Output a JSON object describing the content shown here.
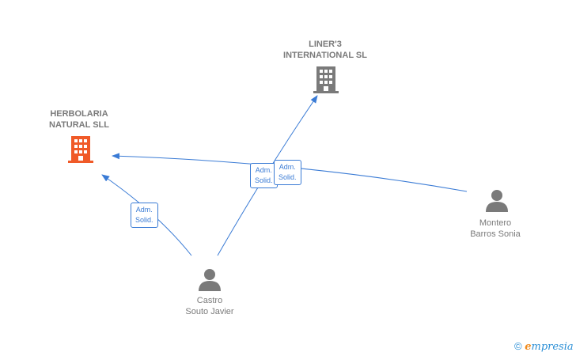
{
  "colors": {
    "edge": "#3a7bd5",
    "company_highlight": "#f05a28",
    "company_default": "#7a7a7a",
    "person": "#7a7a7a"
  },
  "nodes": {
    "herbolaria": {
      "label_lines": [
        "HERBOLARIA",
        "NATURAL  SLL"
      ],
      "icon": "building-icon",
      "highlight": true
    },
    "liner3": {
      "label_lines": [
        "LINER'3",
        "INTERNATIONAL SL"
      ],
      "icon": "building-icon",
      "highlight": false
    },
    "castro": {
      "label_lines": [
        "Castro",
        "Souto Javier"
      ],
      "icon": "person-icon"
    },
    "montero": {
      "label_lines": [
        "Montero",
        "Barros Sonia"
      ],
      "icon": "person-icon"
    }
  },
  "edges": [
    {
      "from": "castro",
      "to": "herbolaria",
      "label_lines": [
        "Adm.",
        "Solid."
      ]
    },
    {
      "from": "castro",
      "to": "liner3",
      "label_lines": [
        "Adm.",
        "Solid."
      ]
    },
    {
      "from": "montero",
      "to": "herbolaria",
      "label_lines": [
        "Adm.",
        "Solid."
      ]
    }
  ],
  "footer": {
    "copyright_symbol": "©",
    "brand_first": "e",
    "brand_rest": "mpresia"
  }
}
